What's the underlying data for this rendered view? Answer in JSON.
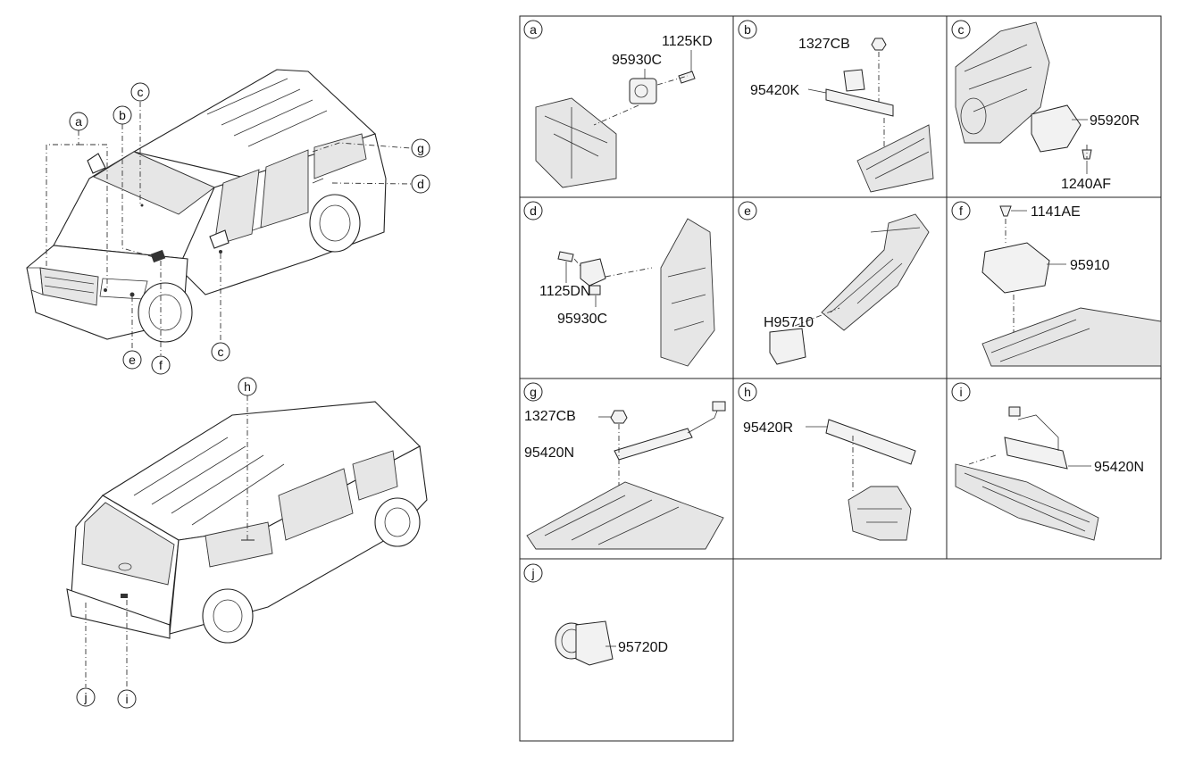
{
  "vehicle_callouts": {
    "front": [
      "a",
      "b",
      "c",
      "g",
      "d",
      "c",
      "e",
      "f"
    ],
    "rear": [
      "h",
      "j",
      "i"
    ]
  },
  "panels": [
    {
      "letter": "a",
      "parts": [
        "1125KD",
        "95930C"
      ]
    },
    {
      "letter": "b",
      "parts": [
        "1327CB",
        "95420K"
      ]
    },
    {
      "letter": "c",
      "parts": [
        "95920R",
        "1240AF"
      ]
    },
    {
      "letter": "d",
      "parts": [
        "1125DN",
        "95930C"
      ]
    },
    {
      "letter": "e",
      "parts": [
        "H95710"
      ]
    },
    {
      "letter": "f",
      "parts": [
        "1141AE",
        "95910"
      ]
    },
    {
      "letter": "g",
      "parts": [
        "1327CB",
        "95420N"
      ]
    },
    {
      "letter": "h",
      "parts": [
        "95420R"
      ]
    },
    {
      "letter": "i",
      "parts": [
        "95420N"
      ]
    },
    {
      "letter": "j",
      "parts": [
        "95720D"
      ]
    }
  ]
}
